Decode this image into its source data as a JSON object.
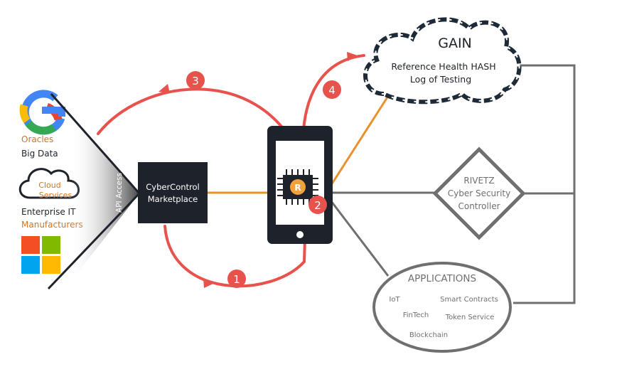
{
  "colors": {
    "red": "#e8524d",
    "orange": "#e8912d",
    "dark": "#1e232b",
    "gray": "#6f6f6f",
    "chain": "#1e2a38"
  },
  "sources": {
    "oracles": "Oracles",
    "big_data": "Big Data",
    "cloud": [
      "Cloud",
      "Services"
    ],
    "enterprise_it": "Enterprise IT",
    "manufacturers": "Manufacturers",
    "icons": [
      "google-logo",
      "cloud-icon",
      "windows-logo"
    ]
  },
  "api_access": "API Access",
  "marketplace": {
    "line1": "CyberControl",
    "line2": "Marketplace"
  },
  "chip_letter": "R",
  "steps": [
    "1",
    "2",
    "3",
    "4"
  ],
  "gain": {
    "title": "GAIN",
    "line1": "Reference Health HASH",
    "line2": "Log of Testing"
  },
  "rivetz": {
    "line1": "RIVETZ",
    "line2": "Cyber Security",
    "line3": "Controller"
  },
  "applications": {
    "title": "APPLICATIONS",
    "items": [
      "IoT",
      "Smart Contracts",
      "FinTech",
      "Token Service",
      "Blockchain"
    ]
  }
}
